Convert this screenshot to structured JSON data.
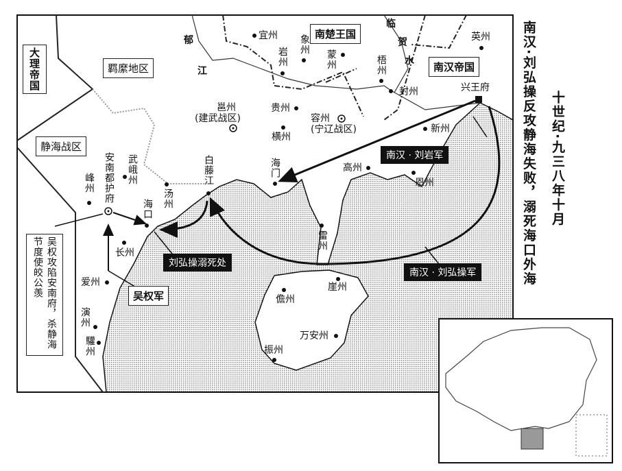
{
  "title": "南汉·刘弘操反攻静海失败，溺死海口外海",
  "subtitle": "十世纪·九三八年十月",
  "regions": {
    "dali": "大理帝国",
    "jimi": "羁縻地区",
    "jinghai": "静海战区",
    "nanchu": "南楚王国",
    "nanhan": "南汉帝国"
  },
  "rivers": {
    "yu1": "郁",
    "yu2": "江",
    "lin": "临",
    "he": "贺",
    "shui": "水"
  },
  "cities": {
    "yizhou": "宜州",
    "yanzhou": "岩州",
    "xiangzhou": "象州",
    "mengzhou": "蒙州",
    "wuzhou": "梧州",
    "fengzhou_n": "封州",
    "yingzhou": "英州",
    "xingwangfu": "兴王府",
    "guizhou": "贵州",
    "hengzhou": "横州",
    "rongzhou": "容州",
    "rongzhou_sub": "(宁辽战区)",
    "yongzhou": "邕州",
    "yongzhou_sub": "(建武战区)",
    "xinzhou": "新州",
    "gaozhou": "高州",
    "enzhou": "恩州",
    "haimen": "海门",
    "baitengjiang": "白藤江",
    "tangzhou": "汤州",
    "haikou": "海口",
    "wuezhou": "武峨州",
    "annan": "安南都护府",
    "fengzhou": "峰州",
    "changzhou": "长州",
    "aizhou": "爱州",
    "yanzhou2": "演州",
    "huanzhou": "驩州",
    "leizhou": "雷州",
    "danzhou": "儋州",
    "yazhou": "崖州",
    "wananzhou": "万安州",
    "zhenzhou": "振州"
  },
  "labels": {
    "liuyan": "南汉 · 刘岩军",
    "liuhongcao": "南汉 · 刘弘操军",
    "drowned": "刘弘操溺死处",
    "wuquan": "吴权军",
    "note": "吴权攻陷安南府，杀静海节度使皎公羡"
  }
}
